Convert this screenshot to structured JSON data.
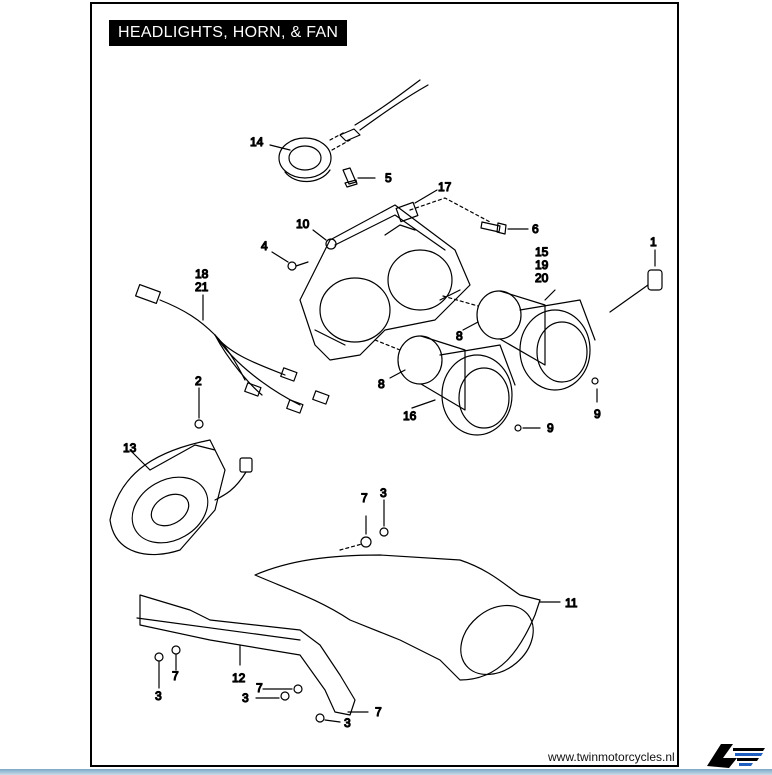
{
  "title": "HEADLIGHTS, HORN, & FAN",
  "footer": {
    "url": "www.twinmotorcycles.nl"
  },
  "logo": {
    "icon": "winged-logo-icon",
    "colors": [
      "#000000",
      "#1f5fbf"
    ]
  },
  "callouts": {
    "c1": "1",
    "c2": "2",
    "c3a": "3",
    "c3b": "3",
    "c3c": "3",
    "c3d": "3",
    "c4": "4",
    "c5": "5",
    "c6": "6",
    "c7a": "7",
    "c7b": "7",
    "c7c": "7",
    "c7d": "7",
    "c8a": "8",
    "c8b": "8",
    "c9a": "9",
    "c9b": "9",
    "c10": "10",
    "c11": "11",
    "c12": "12",
    "c13": "13",
    "c14": "14",
    "c15": "15",
    "c16": "16",
    "c17": "17",
    "c18": "18",
    "c19": "19",
    "c20": "20",
    "c21": "21"
  }
}
